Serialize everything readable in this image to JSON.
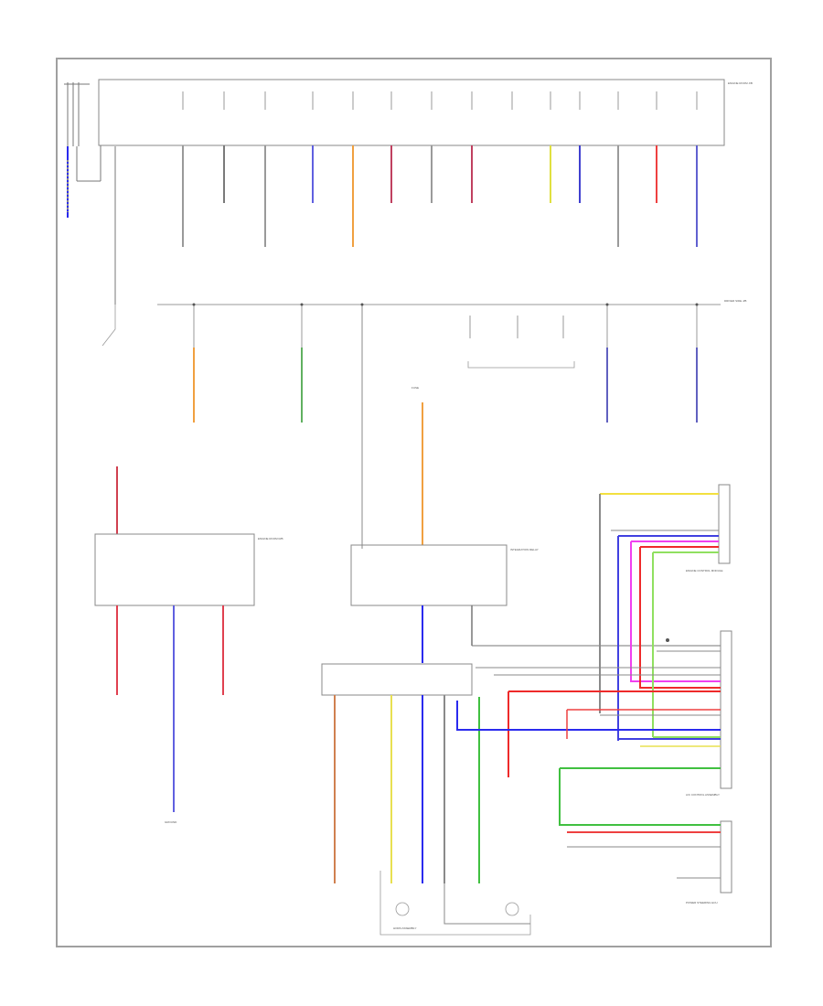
{
  "colors": {
    "frame": "#a0a0a0",
    "black": "#303030",
    "gray": "#9a9a9a",
    "blue": "#2a2aee",
    "red": "#ee2a2a",
    "orange": "#f0a040",
    "yellow": "#f2e040",
    "green": "#40c040",
    "pink": "#f040f0",
    "violet": "#6060c0",
    "light_green": "#90e090",
    "light_blue": "#8080f0"
  },
  "labels": {
    "top_fuse_box": "ENGINE ROOM J/B",
    "mid_bus": "DRIVER SIDE J/B",
    "lower_left_box": "ENGINE ROOM R/B",
    "center_relay_box": "INTEGRATION RELAY",
    "right_ecu_1": "ENGINE CONTROL MODULE",
    "right_ecu_2": "A/C CONTROL ASSEMBLY",
    "right_ecu_3": "POWER STEERING ECU",
    "ground": "GROUND",
    "horn_assembly": "HORN ASSEMBLY",
    "fuse_note": "FUSE"
  }
}
